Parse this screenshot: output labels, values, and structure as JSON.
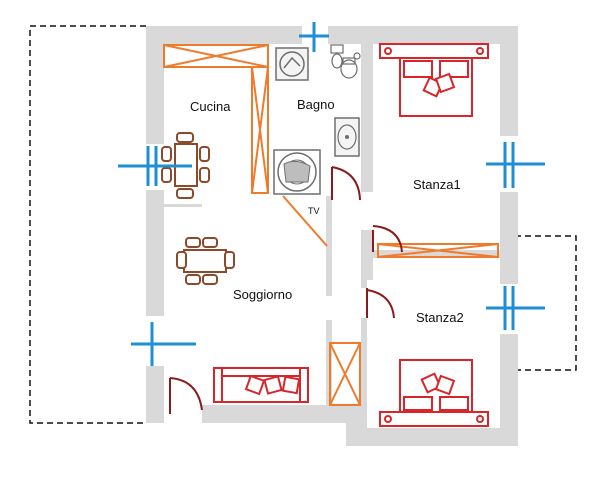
{
  "rooms": {
    "cucina": "Cucina",
    "bagno": "Bagno",
    "soggiorno": "Soggiorno",
    "stanza1": "Stanza1",
    "stanza2": "Stanza2"
  },
  "tv_label": "TV",
  "colors": {
    "wall": "#d9d9d9",
    "furniture_orange": "#f07a2c",
    "bed_red": "#d9252a",
    "table_brown": "#8b4a2b",
    "door_brown": "#8b1a1a",
    "window_blue": "#1f8fd4",
    "balcony_dash": "#111111",
    "fixture_gray": "#6e6e6e"
  }
}
